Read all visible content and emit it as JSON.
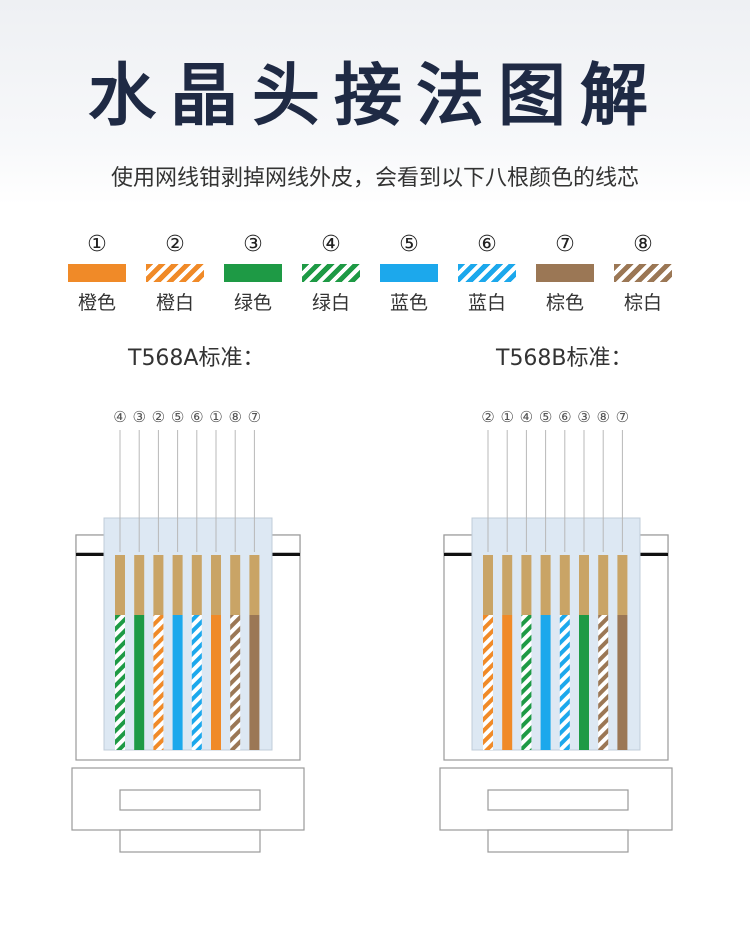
{
  "title": "水晶头接法图解",
  "subtitle": "使用网线钳剥掉网线外皮，会看到以下八根颜色的线芯",
  "colors": {
    "orange": "#f08a28",
    "green": "#1e9a45",
    "blue": "#1ca8ec",
    "brown": "#9b7755"
  },
  "legend": [
    {
      "num": "①",
      "label": "橙色",
      "color": "orange",
      "striped": false
    },
    {
      "num": "②",
      "label": "橙白",
      "color": "orange",
      "striped": true
    },
    {
      "num": "③",
      "label": "绿色",
      "color": "green",
      "striped": false
    },
    {
      "num": "④",
      "label": "绿白",
      "color": "green",
      "striped": true
    },
    {
      "num": "⑤",
      "label": "蓝色",
      "color": "blue",
      "striped": false
    },
    {
      "num": "⑥",
      "label": "蓝白",
      "color": "blue",
      "striped": true
    },
    {
      "num": "⑦",
      "label": "棕色",
      "color": "brown",
      "striped": false
    },
    {
      "num": "⑧",
      "label": "棕白",
      "color": "brown",
      "striped": true
    }
  ],
  "standards": [
    {
      "title": "T568A标准：",
      "order": [
        "④",
        "③",
        "②",
        "⑤",
        "⑥",
        "①",
        "⑧",
        "⑦"
      ]
    },
    {
      "title": "T568B标准：",
      "order": [
        "②",
        "①",
        "④",
        "⑤",
        "⑥",
        "③",
        "⑧",
        "⑦"
      ]
    }
  ]
}
